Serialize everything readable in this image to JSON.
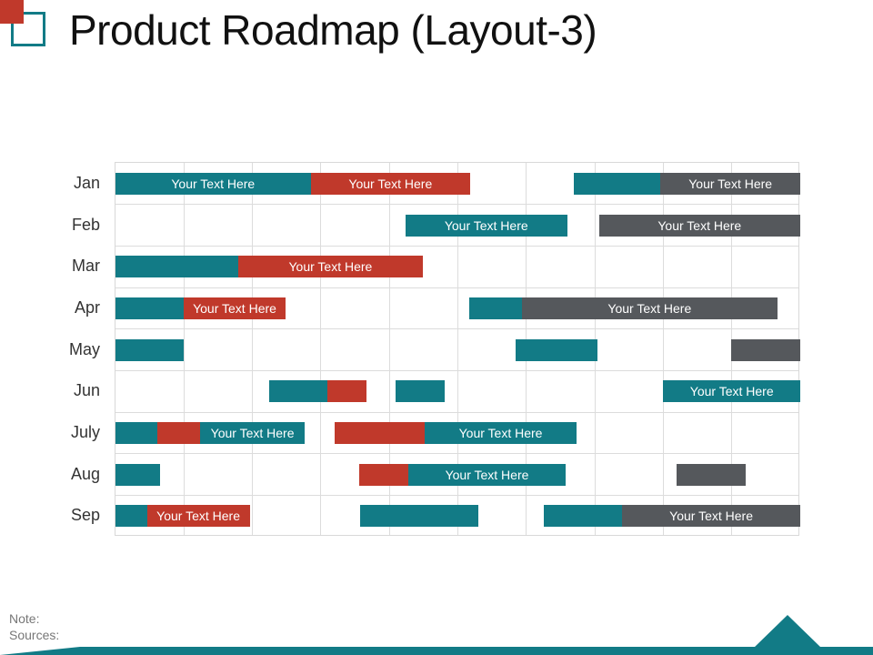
{
  "header": {
    "title": "Product Roadmap (Layout-3)"
  },
  "footer": {
    "note_label": "Note:",
    "sources_label": "Sources:"
  },
  "colors": {
    "teal": "#127b86",
    "red": "#c0392b",
    "gray": "#55585c"
  },
  "chart_data": {
    "type": "gantt",
    "rows": [
      "Jan",
      "Feb",
      "Mar",
      "Apr",
      "May",
      "Jun",
      "July",
      "Aug",
      "Sep"
    ],
    "columns": 10,
    "bars": [
      {
        "row": 0,
        "start": 0.0,
        "end": 2.85,
        "color": "teal",
        "label": "Your Text Here"
      },
      {
        "row": 0,
        "start": 2.85,
        "end": 5.18,
        "color": "red",
        "label": "Your Text Here"
      },
      {
        "row": 0,
        "start": 6.69,
        "end": 7.96,
        "color": "teal",
        "label": ""
      },
      {
        "row": 0,
        "start": 7.96,
        "end": 10.0,
        "color": "gray",
        "label": "Your Text Here"
      },
      {
        "row": 1,
        "start": 4.23,
        "end": 6.6,
        "color": "teal",
        "label": "Your Text Here"
      },
      {
        "row": 1,
        "start": 7.06,
        "end": 10.0,
        "color": "gray",
        "label": "Your Text Here"
      },
      {
        "row": 2,
        "start": 0.0,
        "end": 1.79,
        "color": "teal",
        "label": ""
      },
      {
        "row": 2,
        "start": 1.79,
        "end": 4.49,
        "color": "red",
        "label": "Your Text Here"
      },
      {
        "row": 3,
        "start": 0.0,
        "end": 1.0,
        "color": "teal",
        "label": ""
      },
      {
        "row": 3,
        "start": 1.0,
        "end": 2.48,
        "color": "red",
        "label": "Your Text Here"
      },
      {
        "row": 3,
        "start": 5.16,
        "end": 5.93,
        "color": "teal",
        "label": ""
      },
      {
        "row": 3,
        "start": 5.93,
        "end": 9.67,
        "color": "gray",
        "label": "Your Text Here"
      },
      {
        "row": 4,
        "start": 0.0,
        "end": 0.99,
        "color": "teal",
        "label": ""
      },
      {
        "row": 4,
        "start": 5.84,
        "end": 7.04,
        "color": "teal",
        "label": ""
      },
      {
        "row": 4,
        "start": 8.99,
        "end": 10.0,
        "color": "gray",
        "label": ""
      },
      {
        "row": 5,
        "start": 2.25,
        "end": 3.1,
        "color": "teal",
        "label": ""
      },
      {
        "row": 5,
        "start": 3.1,
        "end": 3.66,
        "color": "red",
        "label": ""
      },
      {
        "row": 5,
        "start": 4.09,
        "end": 4.81,
        "color": "teal",
        "label": ""
      },
      {
        "row": 5,
        "start": 8.0,
        "end": 10.0,
        "color": "teal",
        "label": "Your Text Here"
      },
      {
        "row": 6,
        "start": 0.0,
        "end": 0.61,
        "color": "teal",
        "label": ""
      },
      {
        "row": 6,
        "start": 0.61,
        "end": 1.24,
        "color": "red",
        "label": ""
      },
      {
        "row": 6,
        "start": 1.24,
        "end": 2.76,
        "color": "teal",
        "label": "Your Text Here"
      },
      {
        "row": 6,
        "start": 3.2,
        "end": 4.52,
        "color": "red",
        "label": ""
      },
      {
        "row": 6,
        "start": 4.52,
        "end": 6.73,
        "color": "teal",
        "label": "Your Text Here"
      },
      {
        "row": 7,
        "start": 0.0,
        "end": 0.65,
        "color": "teal",
        "label": ""
      },
      {
        "row": 7,
        "start": 3.56,
        "end": 4.28,
        "color": "red",
        "label": ""
      },
      {
        "row": 7,
        "start": 4.28,
        "end": 6.57,
        "color": "teal",
        "label": "Your Text Here"
      },
      {
        "row": 7,
        "start": 8.2,
        "end": 9.2,
        "color": "gray",
        "label": ""
      },
      {
        "row": 8,
        "start": 0.0,
        "end": 0.46,
        "color": "teal",
        "label": ""
      },
      {
        "row": 8,
        "start": 0.46,
        "end": 1.96,
        "color": "red",
        "label": "Your Text Here"
      },
      {
        "row": 8,
        "start": 3.57,
        "end": 5.3,
        "color": "teal",
        "label": ""
      },
      {
        "row": 8,
        "start": 6.26,
        "end": 7.4,
        "color": "teal",
        "label": ""
      },
      {
        "row": 8,
        "start": 7.4,
        "end": 10.0,
        "color": "gray",
        "label": "Your Text Here"
      }
    ]
  }
}
